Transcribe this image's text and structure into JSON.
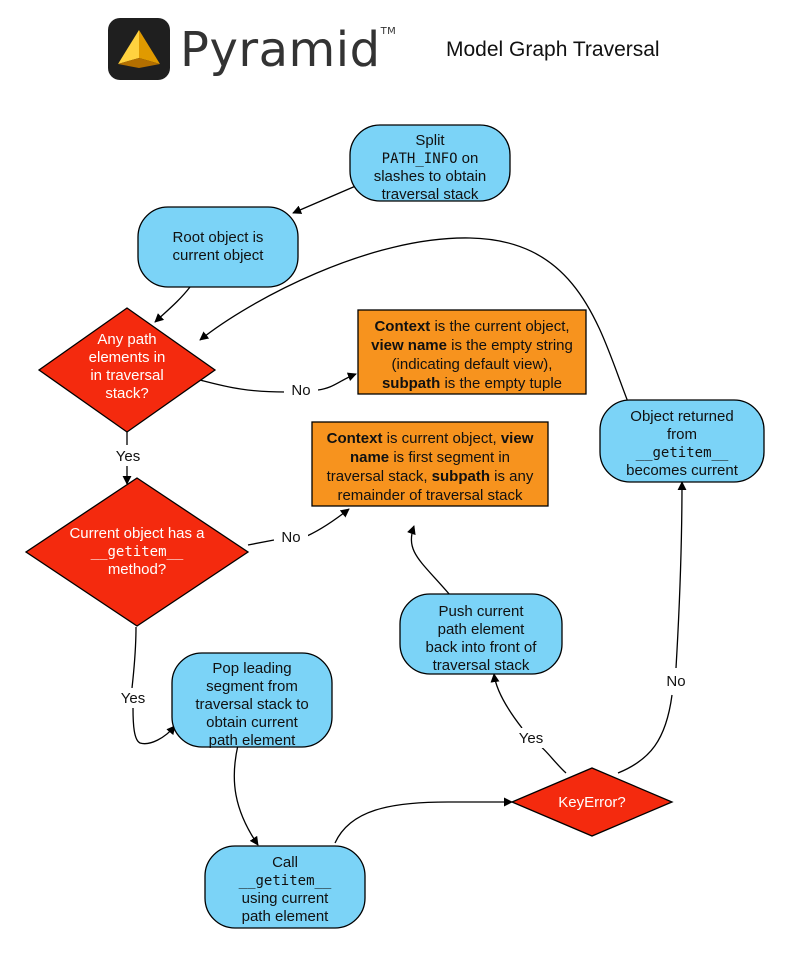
{
  "header": {
    "brand": "Pyramid",
    "trademark": "TM",
    "subtitle": "Model Graph Traversal",
    "colors": {
      "logo_bg": "#1f1f1f",
      "logo_light": "#ffd23f",
      "logo_dark": "#e09a00"
    }
  },
  "nodes": {
    "split": [
      {
        "t": "Split"
      },
      {
        "t": "PATH_INFO",
        "m": true
      },
      {
        "t": " on",
        "c": true
      },
      {
        "t": "slashes to obtain"
      },
      {
        "t": "traversal stack"
      }
    ],
    "root": [
      {
        "t": "Root object is"
      },
      {
        "t": "current object"
      }
    ],
    "any": [
      {
        "t": "Any path"
      },
      {
        "t": "elements in"
      },
      {
        "t": "in traversal"
      },
      {
        "t": "stack?"
      }
    ],
    "ctx_empty": [
      {
        "t": "Context",
        "b": true
      },
      {
        "t": " is the current object,",
        "c": true
      },
      {
        "t": "view name",
        "b": true
      },
      {
        "t": " is the empty string",
        "c": true
      },
      {
        "t": "(indicating default view),"
      },
      {
        "t": "subpath",
        "b": true
      },
      {
        "t": " is the empty tuple",
        "c": true
      }
    ],
    "ctx_seg": [
      {
        "t": "Context",
        "b": true
      },
      {
        "t": " is current object, ",
        "c": true
      },
      {
        "t": "view",
        "b": true,
        "c": true
      },
      {
        "t": "name",
        "b": true
      },
      {
        "t": " is first segment in",
        "c": true
      },
      {
        "t": "traversal stack, ",
        "n": true
      },
      {
        "t": "subpath",
        "b": true,
        "c": true
      },
      {
        "t": " is any",
        "c": true
      },
      {
        "t": "remainder of traversal stack"
      }
    ],
    "returned": [
      {
        "t": "Object returned"
      },
      {
        "t": "from"
      },
      {
        "t": "__getitem__",
        "m": true
      },
      {
        "t": "becomes current"
      }
    ],
    "has_getitem": [
      {
        "t": "Current object has a"
      },
      {
        "t": "__getitem__",
        "m": true
      },
      {
        "t": "method?"
      }
    ],
    "push": [
      {
        "t": "Push current"
      },
      {
        "t": "path element"
      },
      {
        "t": "back into front of"
      },
      {
        "t": "traversal stack"
      }
    ],
    "pop": [
      {
        "t": "Pop leading"
      },
      {
        "t": "segment from"
      },
      {
        "t": "traversal stack to"
      },
      {
        "t": "obtain current"
      },
      {
        "t": "path element"
      }
    ],
    "keyerror": [
      {
        "t": "KeyError?"
      }
    ],
    "call": [
      {
        "t": "Call"
      },
      {
        "t": "__getitem__",
        "m": true
      },
      {
        "t": "using current"
      },
      {
        "t": "path element"
      }
    ]
  },
  "edge_labels": {
    "no_any": "No",
    "yes_any": "Yes",
    "no_getitem": "No",
    "yes_getitem": "Yes",
    "yes_keyerror": "Yes",
    "no_keyerror": "No"
  },
  "colors": {
    "process": "#7bd3f7",
    "terminal": "#f7931e",
    "decision": "#f42a0e",
    "edge": "#000000"
  }
}
